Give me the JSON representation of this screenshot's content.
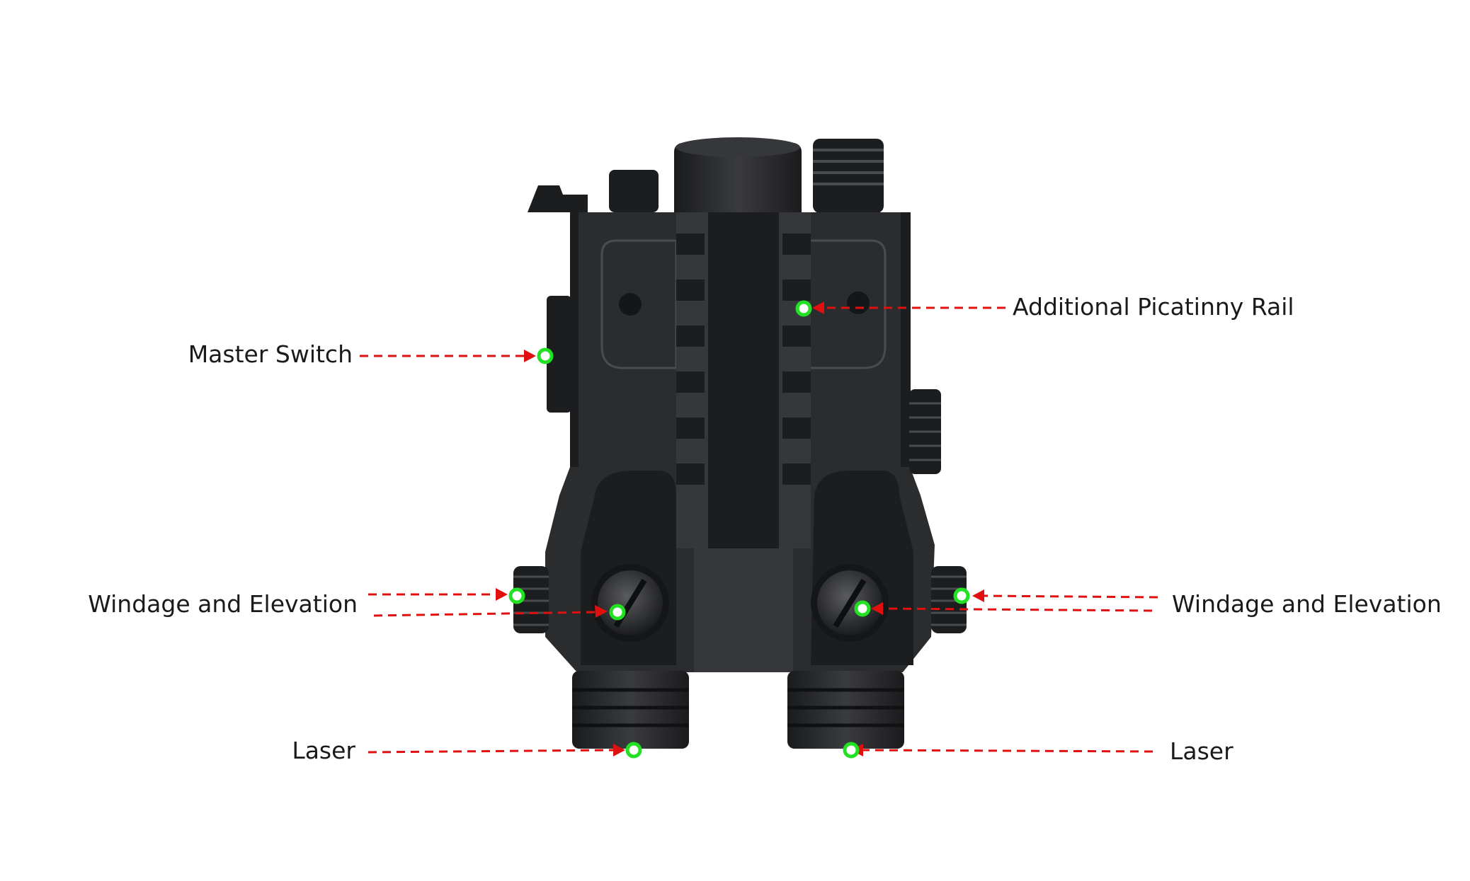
{
  "diagram": {
    "device_name": "",
    "callouts": [
      {
        "id": "master-switch",
        "label": "Master Switch"
      },
      {
        "id": "picatinny-rail",
        "label": "Additional Picatinny Rail"
      },
      {
        "id": "windage-left",
        "label": "Windage and Elevation"
      },
      {
        "id": "windage-right",
        "label": "Windage and Elevation"
      },
      {
        "id": "laser-left",
        "label": "Laser"
      },
      {
        "id": "laser-right",
        "label": "Laser"
      }
    ],
    "colors": {
      "leader": "#e01010",
      "marker_ring": "#22e022",
      "device_body": "#2b2c2e",
      "label_text": "#1a1a1a"
    }
  }
}
